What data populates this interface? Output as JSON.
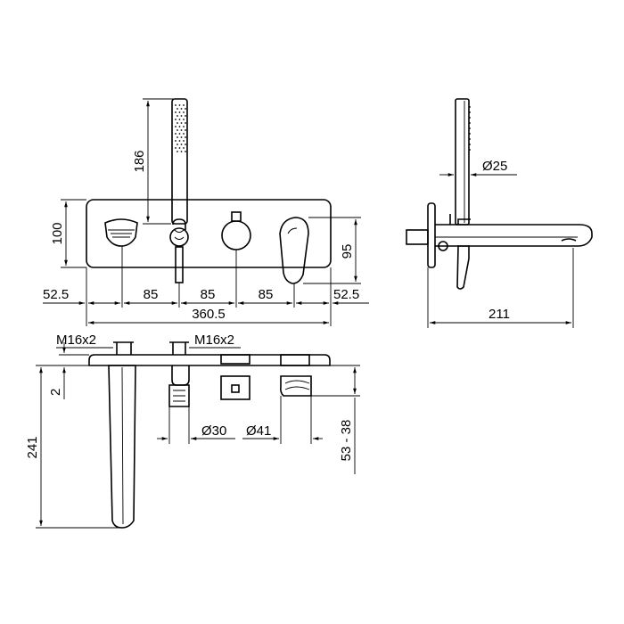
{
  "front_view": {
    "dim_186": "186",
    "dim_100": "100",
    "dim_95": "95",
    "dim_52_5_left": "52.5",
    "dim_85_a": "85",
    "dim_85_b": "85",
    "dim_85_c": "85",
    "dim_52_5_right": "52.5",
    "dim_360_5": "360.5"
  },
  "side_view": {
    "dim_dia25": "Ø25",
    "dim_211": "211"
  },
  "section_view": {
    "thread_left": "M16x2",
    "thread_right": "M16x2",
    "dim_2": "2",
    "dim_241": "241",
    "dim_dia30": "Ø30",
    "dim_dia41": "Ø41",
    "dim_53_38": "53 - 38"
  }
}
